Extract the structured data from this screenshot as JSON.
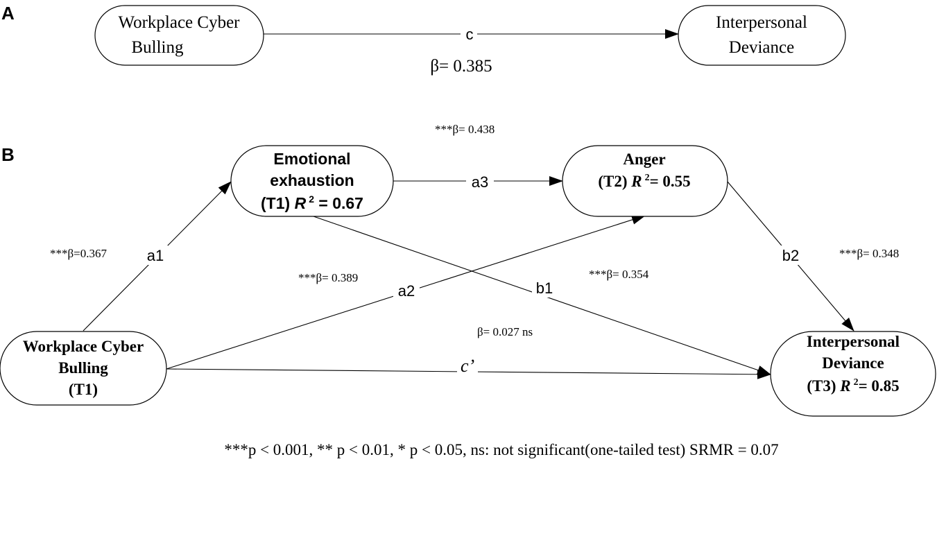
{
  "panel_a": {
    "letter": "A",
    "source": {
      "line1": "Workplace Cyber",
      "line2": "Bulling"
    },
    "target": {
      "line1": "Interpersonal",
      "line2": "Deviance"
    },
    "path_label": "c",
    "beta": "β= 0.385"
  },
  "panel_b": {
    "letter": "B",
    "wcb": {
      "line1": "Workplace Cyber",
      "line2": "Bulling",
      "line3": "(T1)"
    },
    "ee": {
      "line1": "Emotional",
      "line2": "exhaustion",
      "line3_prefix": "(T1) ",
      "r": "R",
      "sup": "2",
      "line3_suffix": " = 0.67"
    },
    "anger": {
      "line1": "Anger",
      "line2_prefix": "(T2) ",
      "r": "R",
      "sup": "2",
      "line2_suffix": "= 0.55"
    },
    "dev": {
      "line1": "Interpersonal",
      "line2": "Deviance",
      "line3_prefix": "(T3)  ",
      "r": "R",
      "sup": "2",
      "line3_suffix": "= 0.85"
    },
    "paths": {
      "a1": {
        "label": "a1",
        "beta": "***β=0.367"
      },
      "a2": {
        "label": "a2",
        "beta": "***β= 0.389"
      },
      "a3": {
        "label": "a3",
        "beta": "***β= 0.438"
      },
      "b1": {
        "label": "b1",
        "beta": "***β= 0.354"
      },
      "b2": {
        "label": "b2",
        "beta": "***β= 0.348"
      },
      "cprime": {
        "label": "c",
        "prime": "’",
        "beta": "β= 0.027 ns"
      }
    },
    "footnote": "***p < 0.001, ** p < 0.01, * p < 0.05, ns: not significant(one-tailed test) SRMR = 0.07"
  }
}
